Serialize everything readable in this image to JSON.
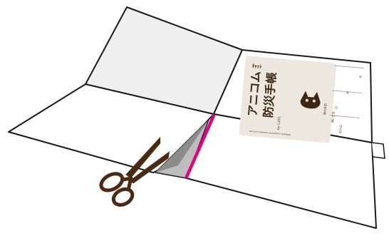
{
  "booklet": {
    "series_label": "ｷｬｯﾄ",
    "title_line1": "アニコム",
    "title_line2": "防災手帳",
    "subtitle": "for CATS",
    "tagline": "anicom's disaster prevention notebook",
    "field_name_label": "猫の名前",
    "field_owner_label": "飼い主名",
    "field_date_label": "記入日",
    "unit_year": "年",
    "unit_month": "月",
    "unit_day": "日"
  },
  "colors": {
    "outline": "#1a1a1a",
    "inner_flap": "#efefef",
    "cut_line": "#e6007e",
    "cover_card": "#ece7df",
    "brand_brown": "#5b3a1f",
    "scissors": "#4a2a14"
  },
  "icons": [
    "scissors-icon",
    "cat-logo-icon"
  ]
}
